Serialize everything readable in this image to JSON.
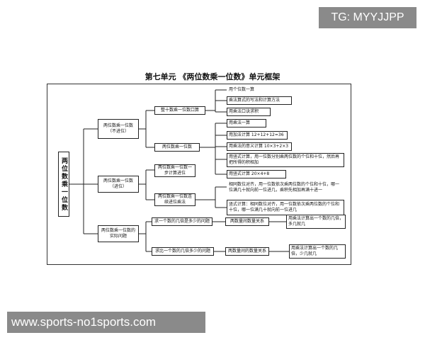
{
  "tag": "TG: MYYJJPP",
  "watermark": "www.sports-no1sports.com",
  "title": "第七单元 《两位数乘一位数》单元框架",
  "root": "两位数乘一位数",
  "branches": [
    "两位数乘一位数（不进位）",
    "两位数乘一位数（进位）",
    "两位数乘一位数的实际问题"
  ],
  "subnodes": {
    "oral": "整十数乘一位数口算",
    "estimate": "两位数乘一位数",
    "multistep": "两位数乘一位数一步计算进位",
    "carry_twice": "两位数乘一位数连续进位乘法",
    "problem_a": "求一个数的几倍是多少的问题",
    "problem_b": "求比一个数的几倍多少的问题",
    "relation_a": "两数量间数量关系",
    "relation_b": "两数量间的数量关系"
  },
  "leaves": [
    "用个位数一算",
    "乘法算式的写法和计算方法",
    "用乘法口诀求积",
    "用乘法一算",
    "用加法计算 12+12+12=36",
    "用乘法的意义计算 10×3+2×3",
    "用竖式计算，用一位数分别乘两位数的个位和十位，然后再把所得的积相加",
    "用竖式计算 20×4+8",
    "相同数位对齐，用一位数依次乘两位数的个位和十位，哪一位满几十就向前一位进几，乘积先相加再满十进一",
    "竖式计算：相同数位对齐，用一位数依次乘两位数的个位和十位，哪一位满几十就向前一位进几",
    "用乘法计算出一个数的几倍，多几就几",
    "用乘法计算出一个数的几倍，少几就几"
  ]
}
